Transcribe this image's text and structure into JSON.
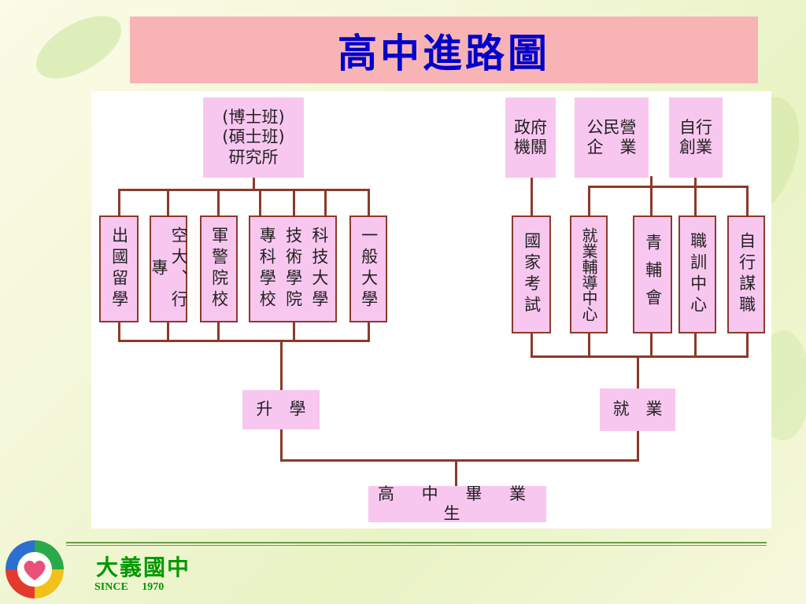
{
  "title": "高中進路圖",
  "root": "高 中 畢 業 生",
  "branches": {
    "study": {
      "label": "升　學",
      "options": [
        "出國留學",
        "空大、行專",
        "軍警院校",
        "專科學校",
        "技術學院",
        "科技大學",
        "一般大學"
      ],
      "top": "(博士班)\n(碩士班)\n研究所"
    },
    "work": {
      "label": "就　業",
      "options": [
        "國家考試",
        "就業輔導中心",
        "青輔會",
        "職訓中心",
        "自行謀職"
      ],
      "top": [
        "政府\n機關",
        "公民營\n企　業",
        "自行\n創業"
      ]
    }
  },
  "footer": {
    "school_name": "大義國中",
    "since": "SINCE     1970"
  },
  "colors": {
    "title_bar": "#f8b4b4",
    "title_text": "#0000cc",
    "box_fill": "#f8c7f0",
    "connector": "#8b3a2a",
    "footer_text": "#009900"
  }
}
